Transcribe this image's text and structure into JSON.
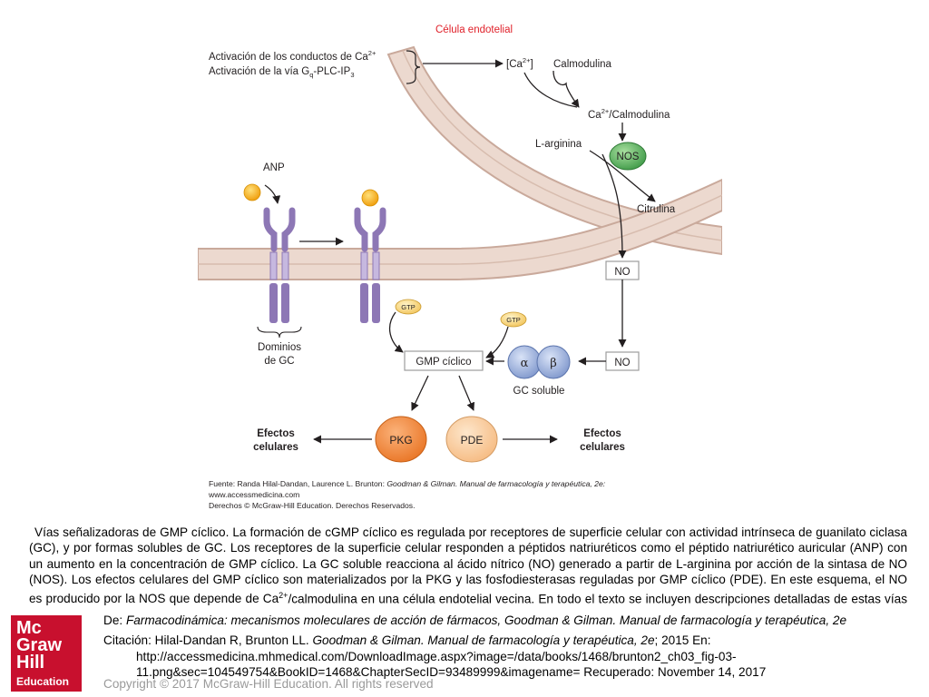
{
  "figure": {
    "title": "Célula endotelial",
    "activation_line1_prefix": "Activación de los conductos de Ca",
    "activation_line1_sup": "2+",
    "activation_line2_prefix": "Activación de la vía G",
    "activation_line2_sub": "q",
    "activation_line2_suffix": "-PLC-IP",
    "activation_line2_sub2": "3",
    "ca_conc_prefix": "[Ca",
    "ca_conc_sup": "2+",
    "ca_conc_suffix": "]",
    "calmodulina": "Calmodulina",
    "ca_calmod_prefix": "Ca",
    "ca_calmod_sup": "2+",
    "ca_calmod_suffix": "/Calmodulina",
    "l_arginina": "L-arginina",
    "nos": "NOS",
    "citrulina": "Citrulina",
    "no_top": "NO",
    "no_bottom": "NO",
    "anp": "ANP",
    "gtp_left": "GTP",
    "gtp_right": "GTP",
    "dominios_line1": "Dominios",
    "dominios_line2": "de GC",
    "gmp_ciclico": "GMP cíclico",
    "alpha": "α",
    "beta": "β",
    "gc_soluble": "GC soluble",
    "efectos_left_line1": "Efectos",
    "efectos_left_line2": "celulares",
    "efectos_right_line1": "Efectos",
    "efectos_right_line2": "celulares",
    "pkg": "PKG",
    "pde": "PDE",
    "source_line1_prefix": "Fuente: Randa Hilal-Dandan, Laurence L. Brunton: ",
    "source_line1_italic": "Goodman & Gilman. Manual de farmacología y terapéutica, 2e:",
    "source_line2": "www.accessmedicina.com",
    "source_line3": "Derechos © McGraw-Hill Education. Derechos Reservados."
  },
  "caption": {
    "text_before_sup": "Vías señalizadoras de GMP cíclico. La formación de cGMP cíclico es regulada por receptores de superficie celular con actividad intrínseca de guanilato ciclasa (GC), y por formas solubles de GC. Los receptores de la superficie celular responden a péptidos natriuréticos como el péptido natriurético auricular (ANP) con un aumento en la concentración de GMP cíclico. La GC soluble reacciona al ácido nítrico (NO) generado a partir de L-arginina por acción de la sintasa de NO (NOS). Los efectos celulares del GMP cíclico son materializados por la PKG y las fosfodiesterasas reguladas por GMP cíclico (PDE). En este esquema, el NO es producido por la NOS que depende de Ca",
    "sup": "2+",
    "text_after_sup": "/calmodulina en una célula endotelial vecina. En todo el texto se incluyen descripciones detalladas de estas vías de señalización en relación con las acciones terapéuticas de fármacos que las modifican."
  },
  "footer": {
    "logo_line1": "Mc",
    "logo_line2": "Graw",
    "logo_line3": "Hill",
    "logo_line4": "Education",
    "from_prefix": "De: ",
    "from_italic": "Farmacodinámica: mecanismos moleculares de acción de fármacos, Goodman & Gilman. Manual de farmacología y terapéutica, 2e",
    "citation_prefix": "Citación: Hilal-Dandan R, Brunton LL. ",
    "citation_italic": "Goodman & Gilman. Manual de farmacología y terapéutica, 2e",
    "citation_suffix": "; 2015 En:",
    "citation_url_line1": "http://accessmedicina.mhmedical.com/DownloadImage.aspx?image=/data/books/1468/brunton2_ch03_fig-03-",
    "citation_url_line2": "11.png&sec=104549754&BookID=1468&ChapterSecID=93489999&imagename= Recuperado: November 14, 2017",
    "copyright": "Copyright © 2017 McGraw-Hill Education. All rights reserved"
  },
  "colors": {
    "membrane_outer": "#c9a99b",
    "membrane_fill": "#ecd9cf",
    "receptor": "#8d77b5",
    "receptor_light": "#c6b8df",
    "nos_green": "#5fb35f",
    "pkg_orange": "#f08a3c",
    "pde_peach": "#fad0a6",
    "anp_yellow": "#f5b11a",
    "gc_blue": "#8fa6d6",
    "title_red": "#e0212a",
    "logo_red": "#c8102e"
  }
}
